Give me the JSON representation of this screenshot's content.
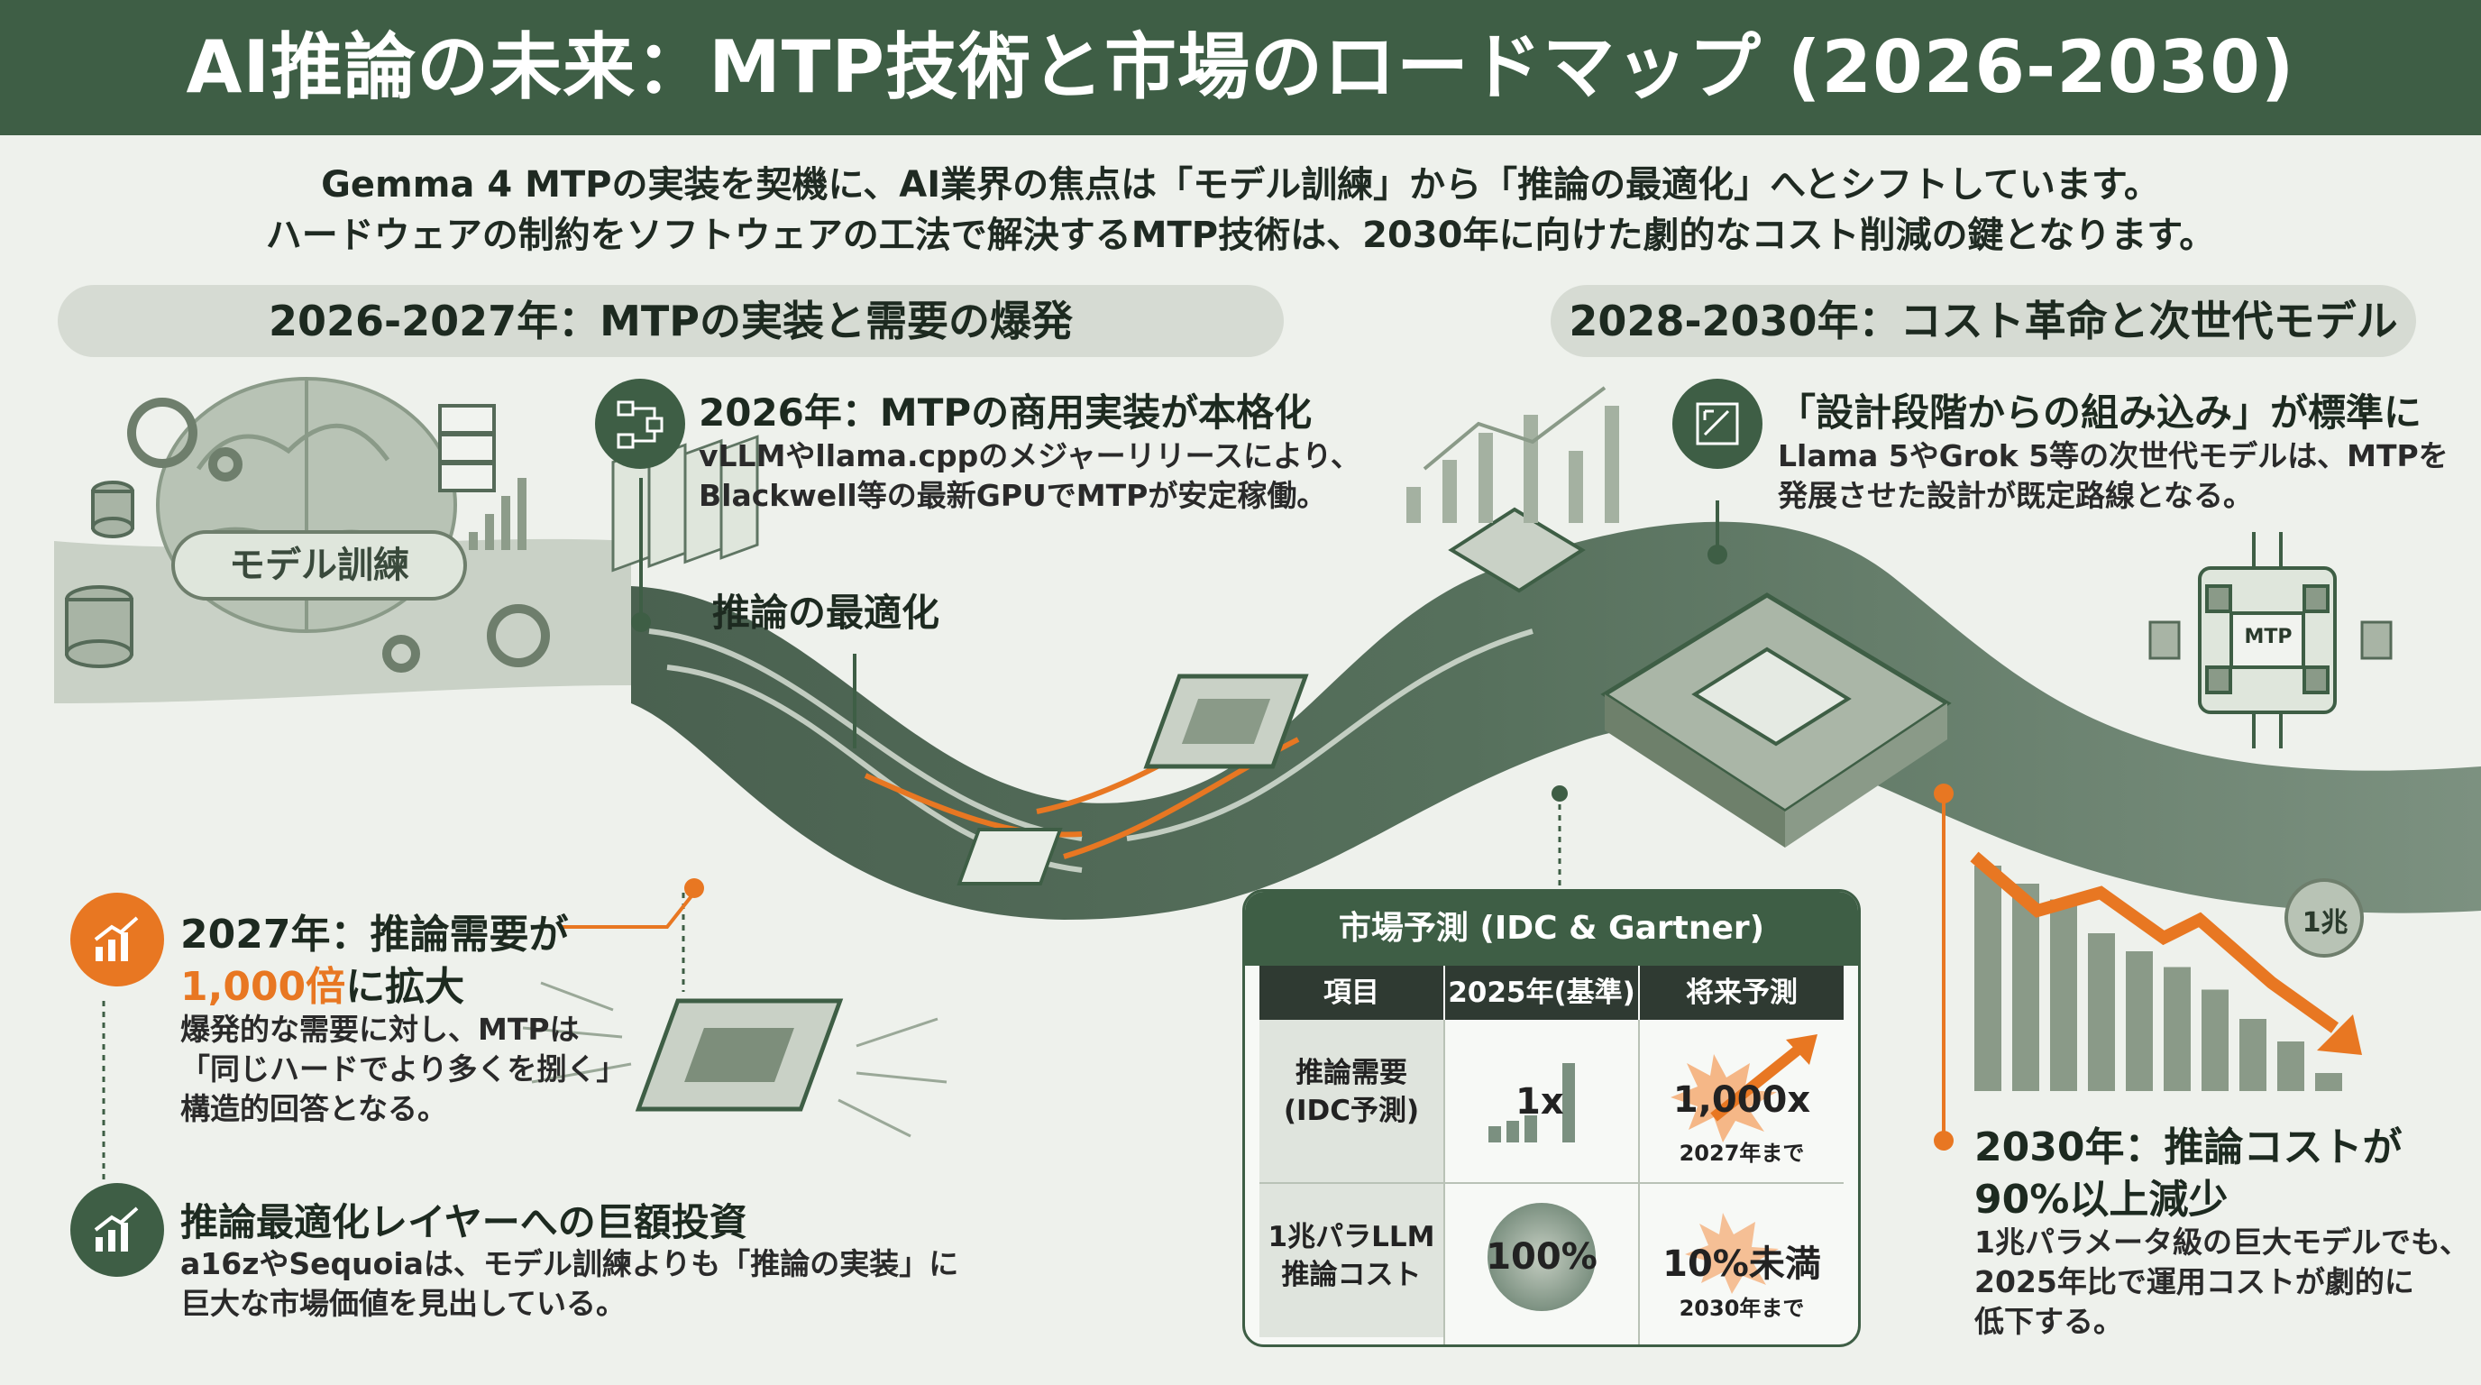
{
  "header": {
    "title": "AI推論の未来：MTP技術と市場のロードマップ (2026-2030)"
  },
  "intro": {
    "line1": "Gemma 4 MTPの実装を契機に、AI業界の焦点は「モデル訓練」から「推論の最適化」へとシフトしています。",
    "line2": "ハードウェアの制約をソフトウェアの工法で解決するMTP技術は、2030年に向けた劇的なコスト削減の鍵となります。"
  },
  "phases": {
    "left": "2026-2027年：MTPの実装と需要の爆発",
    "right": "2028-2030年：コスト革命と次世代モデル"
  },
  "diagram": {
    "training_label": "モデル訓練",
    "inference_label": "推論の最適化",
    "mtp_chip_label": "MTP",
    "brain_label": "1兆"
  },
  "milestones": {
    "m2026": {
      "title": "2026年：MTPの商用実装が本格化",
      "line1": "vLLMやllama.cppのメジャーリリースにより、",
      "line2": "Blackwell等の最新GPUでMTPが安定稼働。"
    },
    "m2027": {
      "title": "2027年：推論需要が",
      "highlight": "1,000倍",
      "title_suffix": "に拡大",
      "line1": "爆発的な需要に対し、MTPは",
      "line2": "「同じハードでより多くを捌く」",
      "line3": "構造的回答となる。"
    },
    "invest": {
      "title": "推論最適化レイヤーへの巨額投資",
      "line1": "a16zやSequoiaは、モデル訓練よりも「推論の実装」に",
      "line2": "巨大な市場価値を見出している。"
    },
    "design": {
      "title": "「設計段階からの組み込み」が標準に",
      "line1": "Llama 5やGrok 5等の次世代モデルは、MTPを",
      "line2": "発展させた設計が既定路線となる。"
    },
    "m2030": {
      "title_line1": "2030年：推論コストが",
      "title_line2": "90%以上減少",
      "line1": "1兆パラメータ級の巨大モデルでも、",
      "line2": "2025年比で運用コストが劇的に",
      "line3": "低下する。"
    }
  },
  "market": {
    "title": "市場予測 (IDC & Gartner)",
    "columns": [
      "項目",
      "2025年(基準)",
      "将来予測"
    ],
    "rows": [
      {
        "item_line1": "推論需要",
        "item_line2": "(IDC予測)",
        "base": "1x",
        "forecast": "1,000x",
        "forecast_note": "2027年まで"
      },
      {
        "item_line1": "1兆パラLLM",
        "item_line2": "推論コスト",
        "base": "100%",
        "forecast": "10%未満",
        "forecast_note": "2030年まで"
      }
    ]
  },
  "chart_data": {
    "type": "bar",
    "values": [
      100,
      92,
      85,
      70,
      62,
      55,
      45,
      32,
      22,
      8
    ],
    "trend": "decreasing"
  },
  "colors": {
    "dark_green": "#3e5e45",
    "accent_orange": "#e87722",
    "background": "#eef1ec"
  }
}
